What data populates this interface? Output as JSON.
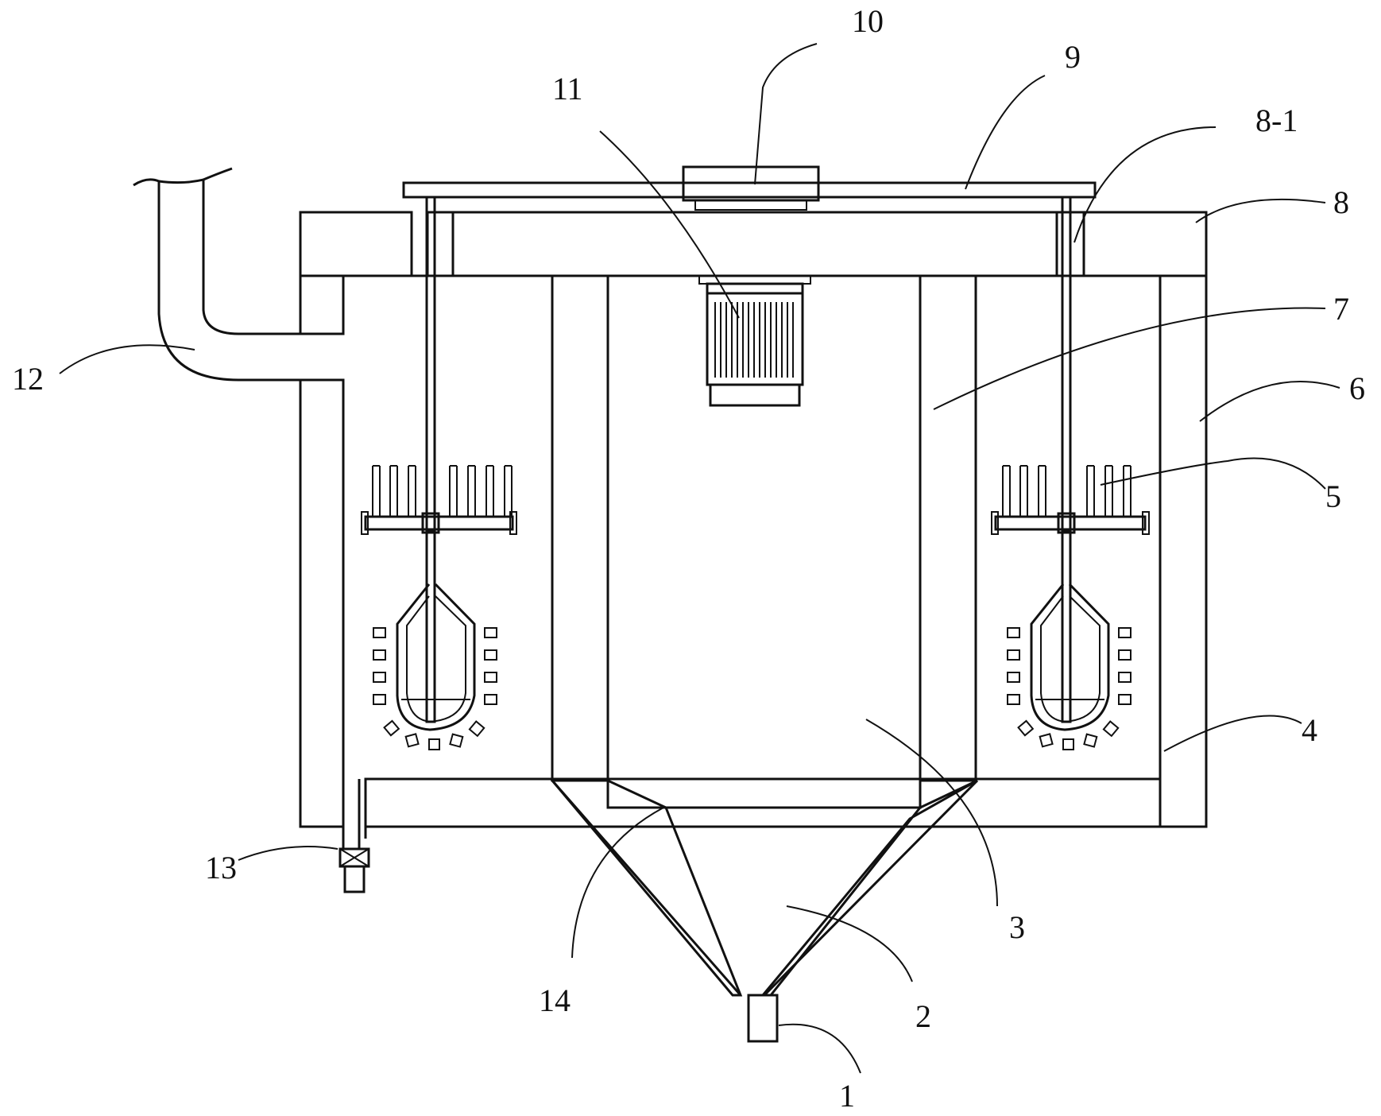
{
  "diagram": {
    "labels": [
      "10",
      "9",
      "11",
      "8-1",
      "8",
      "7",
      "12",
      "6",
      "5",
      "4",
      "13",
      "3",
      "14",
      "2",
      "1"
    ]
  }
}
